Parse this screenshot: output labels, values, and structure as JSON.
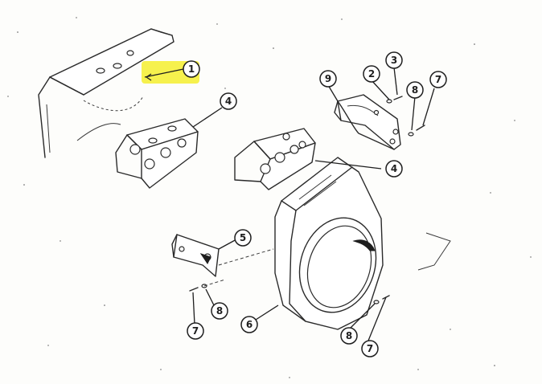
{
  "diagram": {
    "highlight_color": "#f5ef3a",
    "callouts": [
      {
        "id": "c1",
        "label": "1",
        "highlighted": true
      },
      {
        "id": "c2",
        "label": "2"
      },
      {
        "id": "c3",
        "label": "3"
      },
      {
        "id": "c4a",
        "label": "4"
      },
      {
        "id": "c4b",
        "label": "4"
      },
      {
        "id": "c5",
        "label": "5"
      },
      {
        "id": "c6",
        "label": "6"
      },
      {
        "id": "c7a",
        "label": "7"
      },
      {
        "id": "c7b",
        "label": "7"
      },
      {
        "id": "c7c",
        "label": "7"
      },
      {
        "id": "c8a",
        "label": "8"
      },
      {
        "id": "c8b",
        "label": "8"
      },
      {
        "id": "c8c",
        "label": "8"
      },
      {
        "id": "c9",
        "label": "9"
      }
    ]
  }
}
